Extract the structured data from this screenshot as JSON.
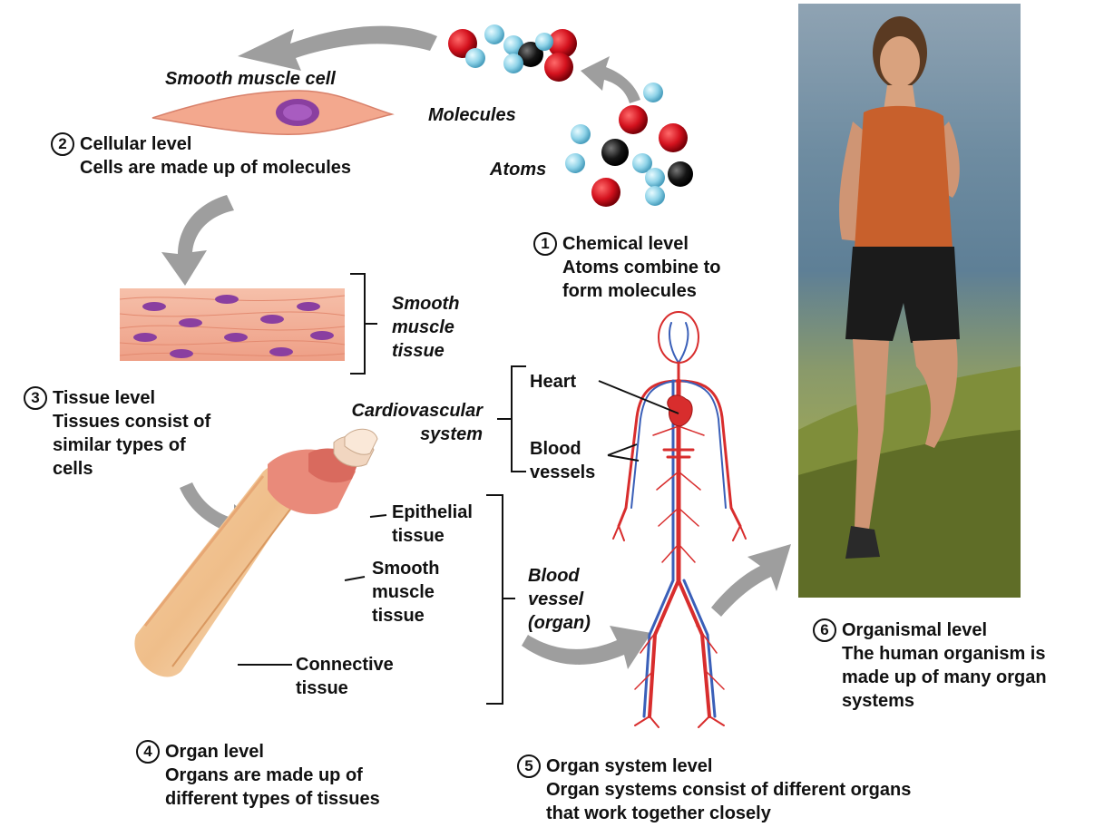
{
  "labels": {
    "smooth_muscle_cell": "Smooth muscle cell",
    "molecules": "Molecules",
    "atoms": "Atoms",
    "smooth_muscle_tissue": [
      "Smooth",
      "muscle",
      "tissue"
    ],
    "cardiovascular_system": [
      "Cardiovascular",
      "system"
    ],
    "heart": "Heart",
    "blood_vessels": [
      "Blood",
      "vessels"
    ],
    "epithelial_tissue": [
      "Epithelial",
      "tissue"
    ],
    "smooth_muscle_tissue_2": [
      "Smooth",
      "muscle",
      "tissue"
    ],
    "connective_tissue": [
      "Connective",
      "tissue"
    ],
    "blood_vessel_organ": [
      "Blood",
      "vessel",
      "(organ)"
    ]
  },
  "levels": [
    {
      "number": "1",
      "title": "Chemical level",
      "desc": [
        "Atoms combine to",
        "form molecules"
      ]
    },
    {
      "number": "2",
      "title": "Cellular level",
      "desc": [
        "Cells are made up of molecules"
      ]
    },
    {
      "number": "3",
      "title": "Tissue level",
      "desc": [
        "Tissues consist of",
        "similar types of",
        "cells"
      ]
    },
    {
      "number": "4",
      "title": "Organ level",
      "desc": [
        "Organs are made up of",
        "different types of tissues"
      ]
    },
    {
      "number": "5",
      "title": "Organ system level",
      "desc": [
        "Organ systems consist of different organs",
        "that work together  closely"
      ]
    },
    {
      "number": "6",
      "title": "Organismal level",
      "desc": [
        "The human organism is",
        "made up of many organ",
        "systems"
      ]
    }
  ],
  "colors": {
    "oxygen_atom": "#d4121e",
    "hydrogen_atom": "#8fd3e8",
    "carbon_atom": "#151515",
    "arrow": "#9e9e9e",
    "cell": "#f0a08a",
    "nucleus": "#8a3fa0",
    "artery": "#d82d2d",
    "vein": "#3a5fb8"
  }
}
